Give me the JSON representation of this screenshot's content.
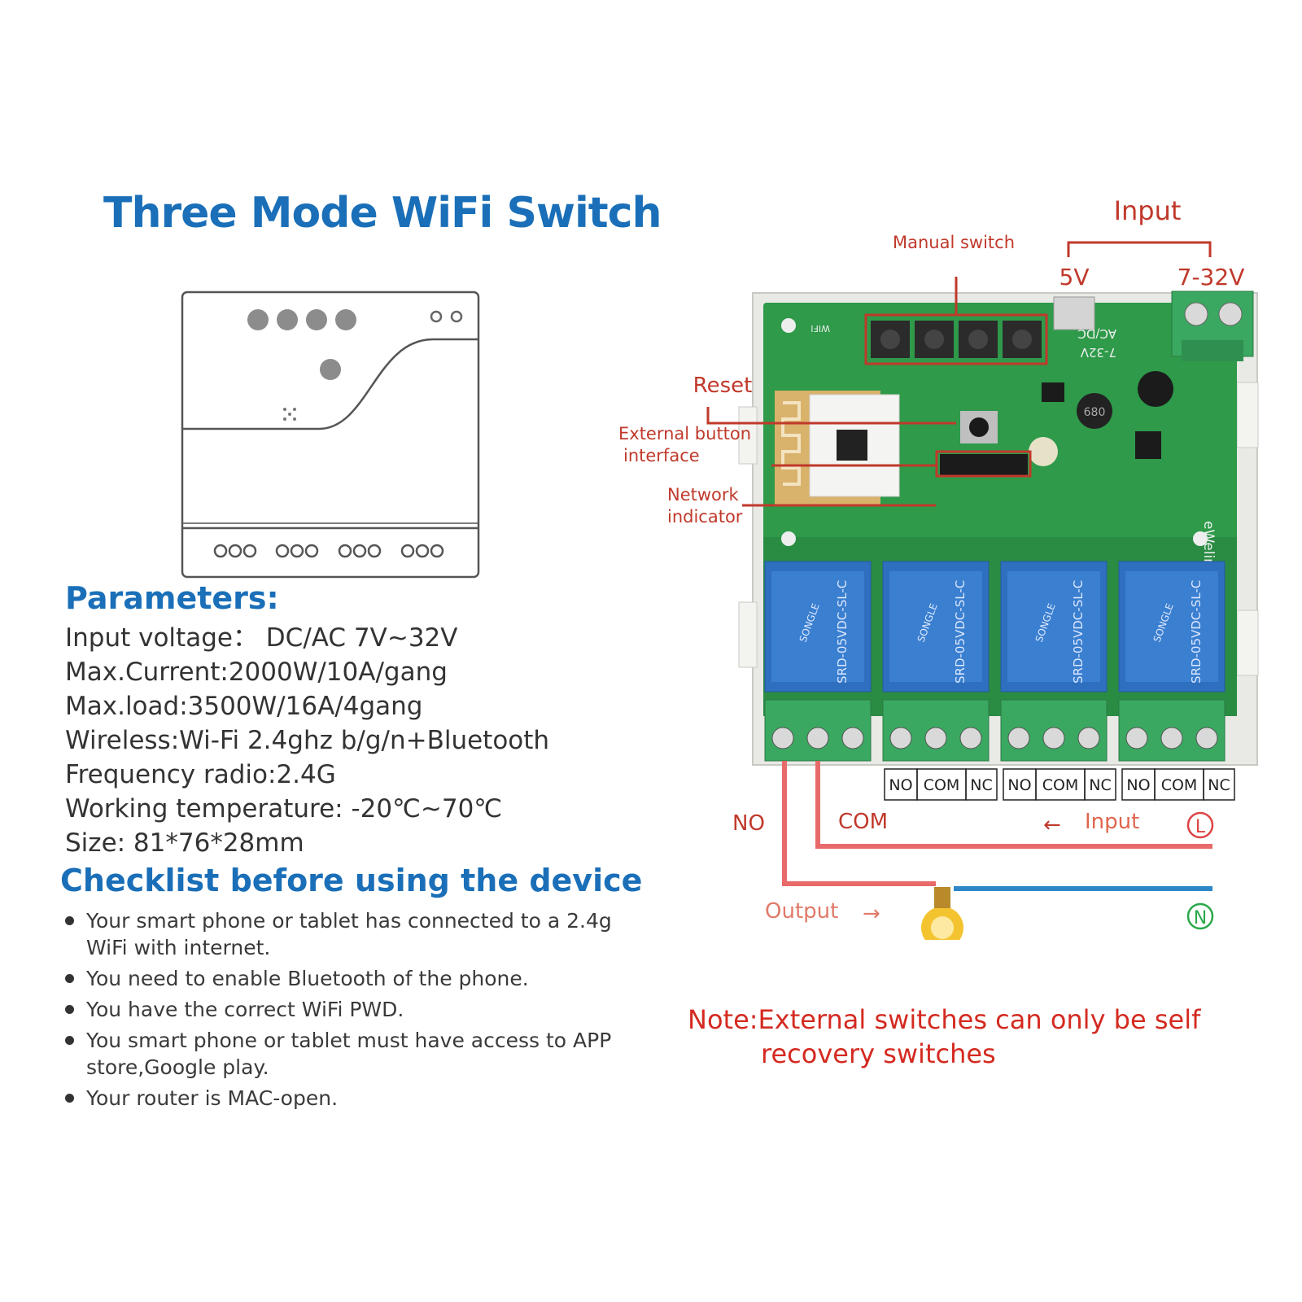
{
  "title": "Three Mode WiFi Switch",
  "parameters": {
    "heading": "Parameters:",
    "items": [
      "Input voltage：  DC/AC 7V~32V",
      "Max.Current:2000W/10A/gang",
      "Max.load:3500W/16A/4gang",
      "Wireless:Wi-Fi 2.4ghz b/g/n+Bluetooth",
      "Frequency radio:2.4G",
      "Working temperature: -20℃~70℃",
      "Size: 81*76*28mm"
    ]
  },
  "checklist": {
    "heading": "Checklist before using the device",
    "items": [
      "Your smart phone or tablet has connected to a 2.4g WiFi with internet.",
      "You need to enable Bluetooth of the phone.",
      "You have the correct WiFi PWD.",
      "You smart phone or tablet must have access to APP store,Google play.",
      "Your router is MAC-open."
    ]
  },
  "diagram": {
    "input_label": "Input",
    "v5_label": "5V",
    "v7_32_label": "7-32V",
    "manual_switch_label": "Manual switch",
    "reset_label": "Reset",
    "external_button_line1": "External button",
    "external_button_line2": "interface",
    "network_line1": "Network",
    "network_line2": "indicator",
    "relay_terminals": [
      "NO",
      "COM",
      "NC"
    ],
    "wire_no_label": "NO",
    "wire_com_label": "COM",
    "wire_input_label": "Input",
    "live_symbol": "L",
    "output_label": "Output",
    "neutral_symbol": "N",
    "board_brand": "eWelink",
    "board_acdc": "AC/DC",
    "board_voltage": "7-32V",
    "board_wifi": "WIFI",
    "relay_model": "SRD-05VDC-SL-C",
    "relay_brand": "SONGLE",
    "colors": {
      "pcb": "#2e9a4a",
      "relay": "#2f6fc0",
      "terminal": "#3aa860",
      "live_wire": "#e86a6a",
      "neutral_wire": "#2e86c8",
      "annotation": "#c0392b"
    }
  },
  "note": {
    "line1": "Note:External switches can only be self",
    "line2": "recovery switches"
  }
}
